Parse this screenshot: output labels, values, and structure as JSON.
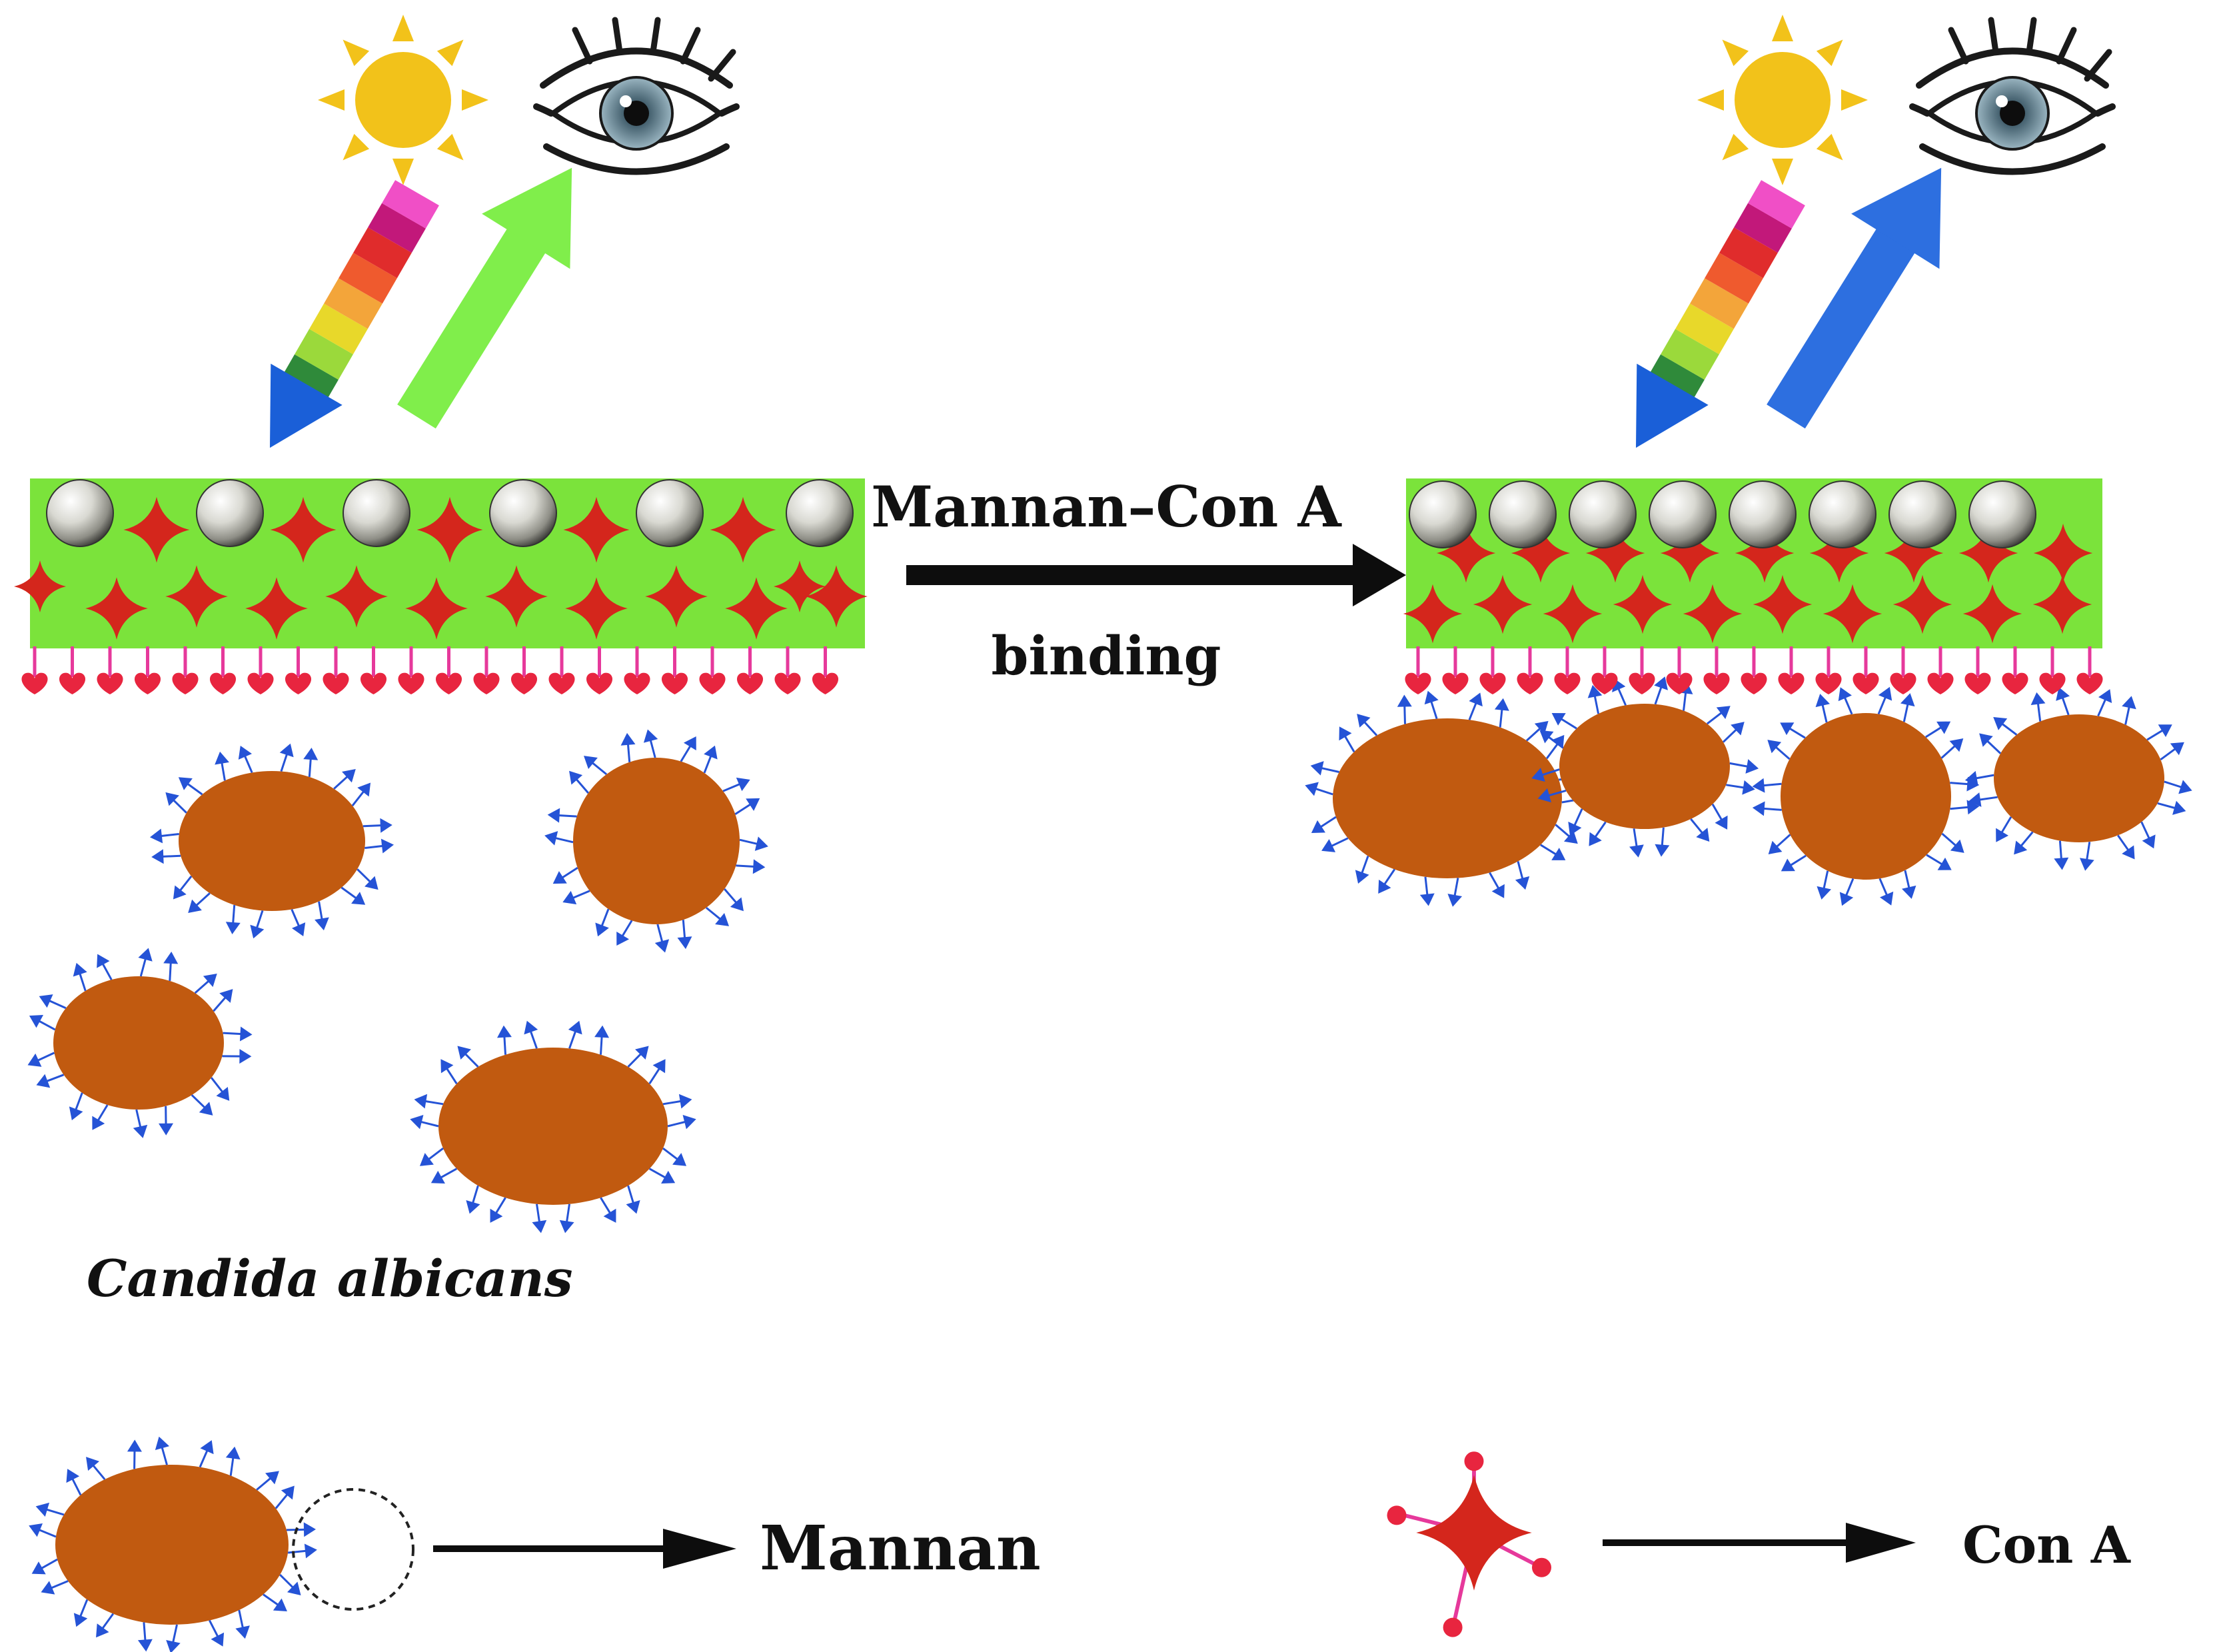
{
  "labels": {
    "process_top": "Mannan–Con A",
    "process_bottom": "binding",
    "organism": "Candida albicans",
    "legend_mannan": "Mannan",
    "legend_cona": "Con A"
  },
  "icons": [
    "sun-icon",
    "eye-icon",
    "spectrum-arrow-icon",
    "reflection-arrow-icon"
  ],
  "colors": {
    "film": "#7be33b",
    "con_a": "#d4261c",
    "con_a_tip": "#e8253f",
    "con_a_stalk": "#e6399b",
    "cell": "#c15a10",
    "mannan": "#2553d6",
    "reflect_before": "#80ee4b",
    "reflect_after": "#2d6fe0",
    "incident_tip": "#1a5fd8",
    "sun": "#f2c21a",
    "sphere": "#d6d6d0"
  }
}
